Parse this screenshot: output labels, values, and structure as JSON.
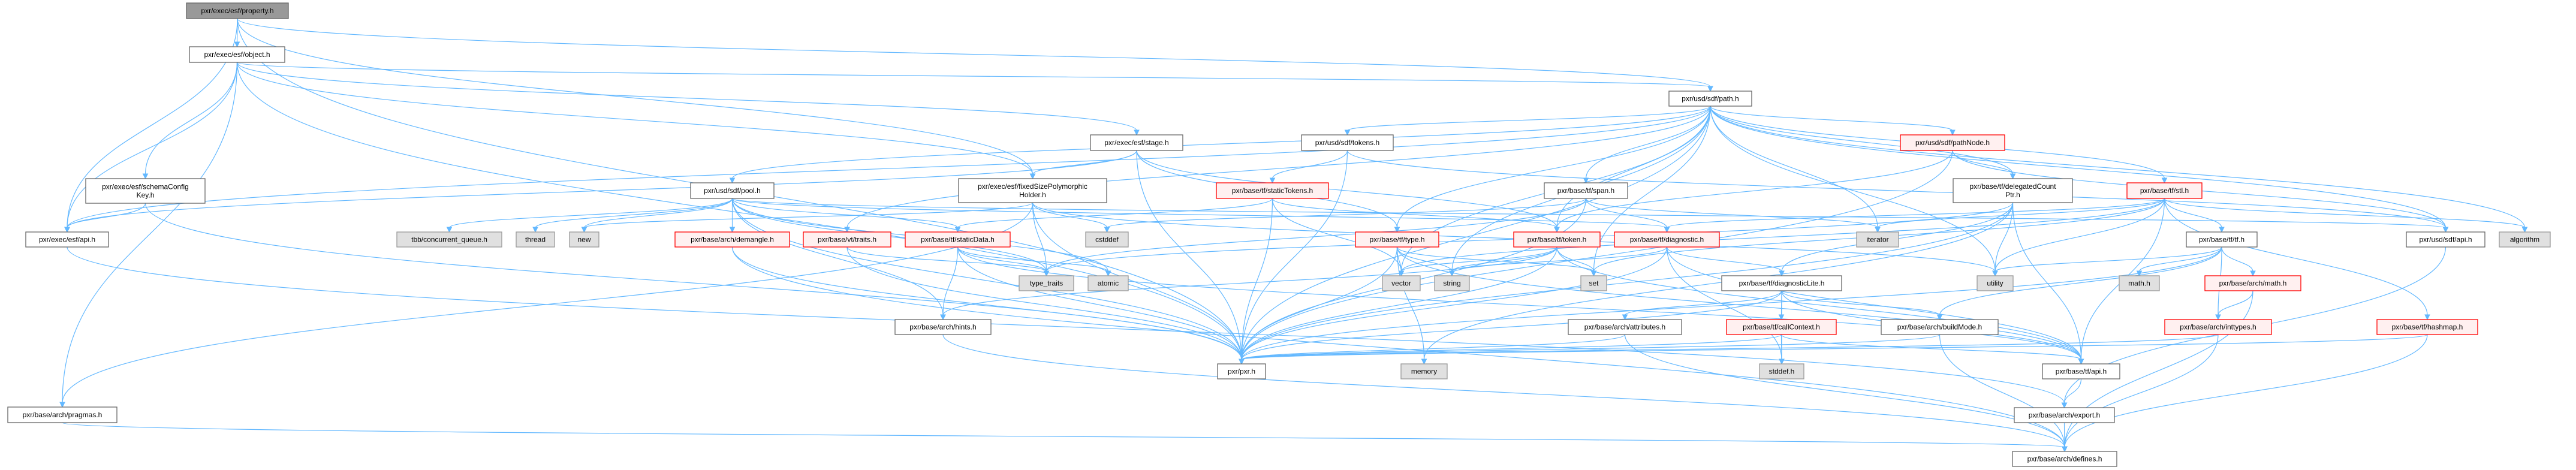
{
  "title": "pxr/exec/esf/property.h include dependency graph",
  "colors": {
    "edge": "#63b8ff",
    "root_fill": "#999999",
    "root_border": "#666666",
    "doc_fill": "#ffffff",
    "doc_border": "#666666",
    "missing_fill": "#fff0f0",
    "missing_border": "#ff0000",
    "system_fill": "#e0e0e0",
    "system_border": "#999999"
  },
  "nodes": [
    {
      "id": "property",
      "label_lines": [
        "pxr/exec/esf/property.h"
      ],
      "kind": "root"
    },
    {
      "id": "object",
      "label_lines": [
        "pxr/exec/esf/object.h"
      ],
      "kind": "doc"
    },
    {
      "id": "schemaConfigKey",
      "label_lines": [
        "pxr/exec/esf/schemaConfig",
        "Key.h"
      ],
      "kind": "doc"
    },
    {
      "id": "esfApi",
      "label_lines": [
        "pxr/exec/esf/api.h"
      ],
      "kind": "doc"
    },
    {
      "id": "tbbQueue",
      "label_lines": [
        "tbb/concurrent_queue.h"
      ],
      "kind": "system"
    },
    {
      "id": "thread",
      "label_lines": [
        "thread"
      ],
      "kind": "system"
    },
    {
      "id": "new",
      "label_lines": [
        "new"
      ],
      "kind": "system"
    },
    {
      "id": "pragmas",
      "label_lines": [
        "pxr/base/arch/pragmas.h"
      ],
      "kind": "doc"
    },
    {
      "id": "stage",
      "label_lines": [
        "pxr/exec/esf/stage.h"
      ],
      "kind": "doc"
    },
    {
      "id": "pool",
      "label_lines": [
        "pxr/usd/sdf/pool.h"
      ],
      "kind": "doc"
    },
    {
      "id": "fixedSize",
      "label_lines": [
        "pxr/exec/esf/fixedSizePolymorphic",
        "Holder.h"
      ],
      "kind": "doc"
    },
    {
      "id": "staticTokens",
      "label_lines": [
        "pxr/base/tf/staticTokens.h"
      ],
      "kind": "missing"
    },
    {
      "id": "demangle",
      "label_lines": [
        "pxr/base/arch/demangle.h"
      ],
      "kind": "missing"
    },
    {
      "id": "vtTraits",
      "label_lines": [
        "pxr/base/vt/traits.h"
      ],
      "kind": "missing"
    },
    {
      "id": "staticData",
      "label_lines": [
        "pxr/base/tf/staticData.h"
      ],
      "kind": "missing"
    },
    {
      "id": "cstddef",
      "label_lines": [
        "cstddef"
      ],
      "kind": "system"
    },
    {
      "id": "typeTraits",
      "label_lines": [
        "type_traits"
      ],
      "kind": "system"
    },
    {
      "id": "atomic",
      "label_lines": [
        "atomic"
      ],
      "kind": "system"
    },
    {
      "id": "hints",
      "label_lines": [
        "pxr/base/arch/hints.h"
      ],
      "kind": "doc"
    },
    {
      "id": "pxr",
      "label_lines": [
        "pxr/pxr.h"
      ],
      "kind": "doc"
    },
    {
      "id": "path",
      "label_lines": [
        "pxr/usd/sdf/path.h"
      ],
      "kind": "doc"
    },
    {
      "id": "sdfTokens",
      "label_lines": [
        "pxr/usd/sdf/tokens.h"
      ],
      "kind": "doc"
    },
    {
      "id": "span",
      "label_lines": [
        "pxr/base/tf/span.h"
      ],
      "kind": "doc"
    },
    {
      "id": "pathNode",
      "label_lines": [
        "pxr/usd/sdf/pathNode.h"
      ],
      "kind": "missing"
    },
    {
      "id": "type",
      "label_lines": [
        "pxr/base/tf/type.h"
      ],
      "kind": "missing"
    },
    {
      "id": "token",
      "label_lines": [
        "pxr/base/tf/token.h"
      ],
      "kind": "missing"
    },
    {
      "id": "diagnostic",
      "label_lines": [
        "pxr/base/tf/diagnostic.h"
      ],
      "kind": "missing"
    },
    {
      "id": "iterator",
      "label_lines": [
        "iterator"
      ],
      "kind": "system"
    },
    {
      "id": "vector",
      "label_lines": [
        "vector"
      ],
      "kind": "system"
    },
    {
      "id": "string",
      "label_lines": [
        "string"
      ],
      "kind": "system"
    },
    {
      "id": "set",
      "label_lines": [
        "set"
      ],
      "kind": "system"
    },
    {
      "id": "diagnosticLite",
      "label_lines": [
        "pxr/base/tf/diagnosticLite.h"
      ],
      "kind": "doc"
    },
    {
      "id": "attributes",
      "label_lines": [
        "pxr/base/arch/attributes.h"
      ],
      "kind": "doc"
    },
    {
      "id": "callContext",
      "label_lines": [
        "pxr/base/tf/callContext.h"
      ],
      "kind": "missing"
    },
    {
      "id": "buildMode",
      "label_lines": [
        "pxr/base/arch/buildMode.h"
      ],
      "kind": "doc"
    },
    {
      "id": "memory",
      "label_lines": [
        "memory"
      ],
      "kind": "system"
    },
    {
      "id": "stddef",
      "label_lines": [
        "stddef.h"
      ],
      "kind": "system"
    },
    {
      "id": "delegated",
      "label_lines": [
        "pxr/base/tf/delegatedCount",
        "Ptr.h"
      ],
      "kind": "doc"
    },
    {
      "id": "stl",
      "label_lines": [
        "pxr/base/tf/stl.h"
      ],
      "kind": "missing"
    },
    {
      "id": "tf",
      "label_lines": [
        "pxr/base/tf/tf.h"
      ],
      "kind": "doc"
    },
    {
      "id": "sdfApi",
      "label_lines": [
        "pxr/usd/sdf/api.h"
      ],
      "kind": "doc"
    },
    {
      "id": "algorithm",
      "label_lines": [
        "algorithm"
      ],
      "kind": "system"
    },
    {
      "id": "utility",
      "label_lines": [
        "utility"
      ],
      "kind": "system"
    },
    {
      "id": "mathh",
      "label_lines": [
        "math.h"
      ],
      "kind": "system"
    },
    {
      "id": "archMath",
      "label_lines": [
        "pxr/base/arch/math.h"
      ],
      "kind": "missing"
    },
    {
      "id": "inttypes",
      "label_lines": [
        "pxr/base/arch/inttypes.h"
      ],
      "kind": "missing"
    },
    {
      "id": "hashmap",
      "label_lines": [
        "pxr/base/tf/hashmap.h"
      ],
      "kind": "missing"
    },
    {
      "id": "tfApi",
      "label_lines": [
        "pxr/base/tf/api.h"
      ],
      "kind": "doc"
    },
    {
      "id": "export",
      "label_lines": [
        "pxr/base/arch/export.h"
      ],
      "kind": "doc"
    },
    {
      "id": "defines",
      "label_lines": [
        "pxr/base/arch/defines.h"
      ],
      "kind": "doc"
    }
  ],
  "edges": [
    [
      "property",
      "object"
    ],
    [
      "property",
      "esfApi"
    ],
    [
      "property",
      "fixedSize"
    ],
    [
      "property",
      "path"
    ],
    [
      "property",
      "pxr"
    ],
    [
      "object",
      "schemaConfigKey"
    ],
    [
      "object",
      "esfApi"
    ],
    [
      "object",
      "stage"
    ],
    [
      "object",
      "fixedSize"
    ],
    [
      "object",
      "path"
    ],
    [
      "object",
      "pxr"
    ],
    [
      "object",
      "pragmas"
    ],
    [
      "schemaConfigKey",
      "esfApi"
    ],
    [
      "schemaConfigKey",
      "pxr"
    ],
    [
      "esfApi",
      "export"
    ],
    [
      "stage",
      "fixedSize"
    ],
    [
      "stage",
      "type"
    ],
    [
      "stage",
      "token"
    ],
    [
      "stage",
      "pxr"
    ],
    [
      "stage",
      "esfApi"
    ],
    [
      "fixedSize",
      "cstddef"
    ],
    [
      "fixedSize",
      "typeTraits"
    ],
    [
      "fixedSize",
      "utility"
    ],
    [
      "fixedSize",
      "new"
    ],
    [
      "fixedSize",
      "pragmas"
    ],
    [
      "fixedSize",
      "pxr"
    ],
    [
      "pool",
      "demangle"
    ],
    [
      "pool",
      "staticData"
    ],
    [
      "pool",
      "tbbQueue"
    ],
    [
      "pool",
      "thread"
    ],
    [
      "pool",
      "atomic"
    ],
    [
      "pool",
      "typeTraits"
    ],
    [
      "pool",
      "hints"
    ],
    [
      "pool",
      "sdfApi"
    ],
    [
      "pool",
      "diagnostic"
    ],
    [
      "pool",
      "pxr"
    ],
    [
      "pool",
      "new"
    ],
    [
      "path",
      "pool"
    ],
    [
      "path",
      "sdfTokens"
    ],
    [
      "path",
      "pathNode"
    ],
    [
      "path",
      "span"
    ],
    [
      "path",
      "stl"
    ],
    [
      "path",
      "delegated"
    ],
    [
      "path",
      "token"
    ],
    [
      "path",
      "sdfApi"
    ],
    [
      "path",
      "iterator"
    ],
    [
      "path",
      "set"
    ],
    [
      "path",
      "string"
    ],
    [
      "path",
      "vector"
    ],
    [
      "path",
      "utility"
    ],
    [
      "path",
      "algorithm"
    ],
    [
      "path",
      "pxr"
    ],
    [
      "path",
      "vtTraits"
    ],
    [
      "path",
      "type"
    ],
    [
      "path",
      "esfApi"
    ],
    [
      "sdfTokens",
      "staticTokens"
    ],
    [
      "sdfTokens",
      "sdfApi"
    ],
    [
      "sdfTokens",
      "pxr"
    ],
    [
      "pathNode",
      "delegated"
    ],
    [
      "pathNode",
      "token"
    ],
    [
      "pathNode",
      "sdfApi"
    ],
    [
      "pathNode",
      "pxr"
    ],
    [
      "staticTokens",
      "staticData"
    ],
    [
      "staticTokens",
      "token"
    ],
    [
      "staticTokens",
      "vector"
    ],
    [
      "staticTokens",
      "pxr"
    ],
    [
      "span",
      "diagnostic"
    ],
    [
      "span",
      "iterator"
    ],
    [
      "span",
      "typeTraits"
    ],
    [
      "span",
      "cstddef"
    ],
    [
      "span",
      "pxr"
    ],
    [
      "delegated",
      "diagnosticLite"
    ],
    [
      "delegated",
      "typeTraits"
    ],
    [
      "delegated",
      "utility"
    ],
    [
      "delegated",
      "tfApi"
    ],
    [
      "delegated",
      "memory"
    ],
    [
      "delegated",
      "pxr"
    ],
    [
      "stl",
      "tf"
    ],
    [
      "stl",
      "hashmap"
    ],
    [
      "stl",
      "algorithm"
    ],
    [
      "stl",
      "iterator"
    ],
    [
      "stl",
      "utility"
    ],
    [
      "stl",
      "diagnostic"
    ],
    [
      "stl",
      "tfApi"
    ],
    [
      "stl",
      "set"
    ],
    [
      "stl",
      "vector"
    ],
    [
      "demangle",
      "pxr"
    ],
    [
      "demangle",
      "defines"
    ],
    [
      "vtTraits",
      "typeTraits"
    ],
    [
      "vtTraits",
      "pxr"
    ],
    [
      "staticData",
      "hints"
    ],
    [
      "staticData",
      "typeTraits"
    ],
    [
      "staticData",
      "atomic"
    ],
    [
      "staticData",
      "pxr"
    ],
    [
      "staticData",
      "tfApi"
    ],
    [
      "type",
      "vector"
    ],
    [
      "type",
      "string"
    ],
    [
      "type",
      "set"
    ],
    [
      "type",
      "memory"
    ],
    [
      "type",
      "pxr"
    ],
    [
      "type",
      "tfApi"
    ],
    [
      "token",
      "vector"
    ],
    [
      "token",
      "string"
    ],
    [
      "token",
      "set"
    ],
    [
      "token",
      "hints"
    ],
    [
      "token",
      "pxr"
    ],
    [
      "token",
      "tfApi"
    ],
    [
      "diagnostic",
      "diagnosticLite"
    ],
    [
      "diagnostic",
      "string"
    ],
    [
      "diagnostic",
      "stddef"
    ],
    [
      "diagnostic",
      "pxr"
    ],
    [
      "diagnostic",
      "tfApi"
    ],
    [
      "tf",
      "utility"
    ],
    [
      "tf",
      "mathh"
    ],
    [
      "tf",
      "archMath"
    ],
    [
      "tf",
      "inttypes"
    ],
    [
      "tf",
      "buildMode"
    ],
    [
      "tf",
      "pxr"
    ],
    [
      "sdfApi",
      "export"
    ],
    [
      "diagnosticLite",
      "attributes"
    ],
    [
      "diagnosticLite",
      "callContext"
    ],
    [
      "diagnosticLite",
      "buildMode"
    ],
    [
      "diagnosticLite",
      "stddef"
    ],
    [
      "diagnosticLite",
      "pxr"
    ],
    [
      "diagnosticLite",
      "tfApi"
    ],
    [
      "archMath",
      "inttypes"
    ],
    [
      "archMath",
      "defines"
    ],
    [
      "hints",
      "defines"
    ],
    [
      "attributes",
      "defines"
    ],
    [
      "attributes",
      "pxr"
    ],
    [
      "callContext",
      "stddef"
    ],
    [
      "callContext",
      "pxr"
    ],
    [
      "callContext",
      "tfApi"
    ],
    [
      "buildMode",
      "defines"
    ],
    [
      "buildMode",
      "pxr"
    ],
    [
      "inttypes",
      "defines"
    ],
    [
      "inttypes",
      "pxr"
    ],
    [
      "hashmap",
      "defines"
    ],
    [
      "hashmap",
      "pxr"
    ],
    [
      "tfApi",
      "export"
    ],
    [
      "pragmas",
      "defines"
    ],
    [
      "export",
      "defines"
    ]
  ]
}
